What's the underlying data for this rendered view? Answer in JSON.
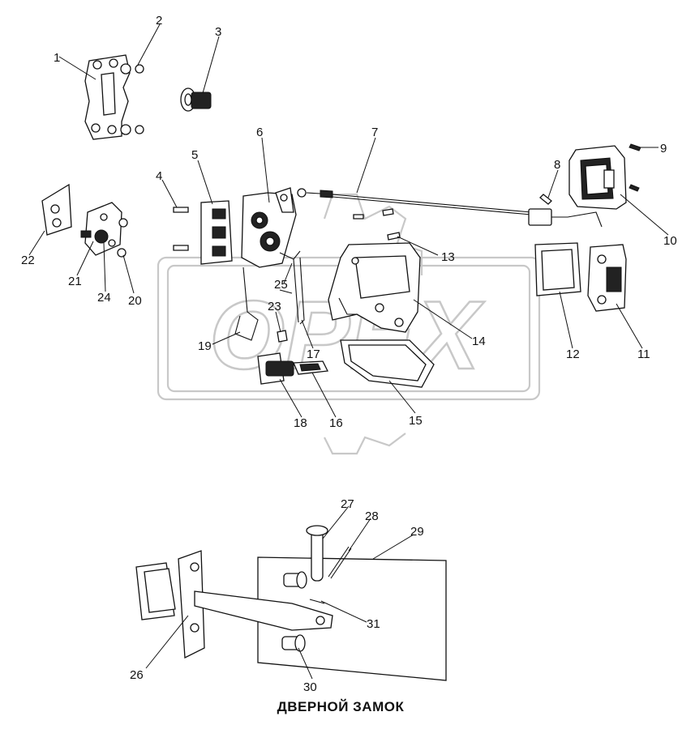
{
  "caption": "ДВЕРНОЙ ЗАМОК",
  "watermark": "OPEX",
  "callouts": [
    "1",
    "2",
    "3",
    "4",
    "5",
    "6",
    "7",
    "8",
    "9",
    "10",
    "11",
    "12",
    "13",
    "14",
    "15",
    "16",
    "17",
    "18",
    "19",
    "20",
    "21",
    "22",
    "23",
    "24",
    "25",
    "26",
    "27",
    "28",
    "29",
    "30",
    "31"
  ]
}
